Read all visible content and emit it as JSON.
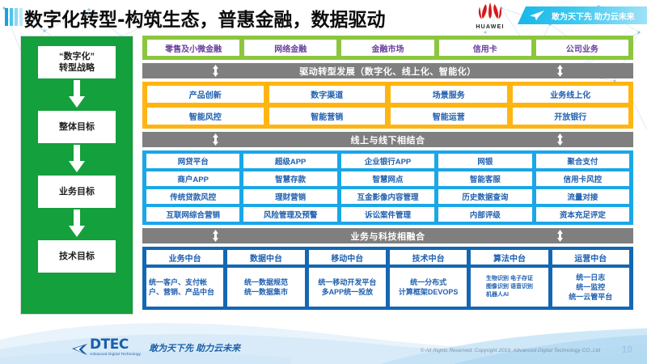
{
  "header": {
    "title": "数字化转型-构筑生态，普惠金融，数据驱动",
    "brand": "HUAWEI",
    "ribbon_text": "敢为天下先 助力云未来",
    "title_bar_icon": "stripe-bars-icon",
    "brand_icon": "huawei-flower-icon",
    "ribbon_icon": "paper-plane-icon"
  },
  "strategy_column": {
    "bg_color": "#14a03c",
    "items": [
      {
        "line1": "“数字化”",
        "line2": "转型战略"
      },
      {
        "line1": "整体目标",
        "line2": ""
      },
      {
        "line1": "业务目标",
        "line2": ""
      },
      {
        "line1": "技术目标",
        "line2": ""
      }
    ],
    "arrow_icon": "arrow-down-icon"
  },
  "business_band": {
    "color": "#8cc63e",
    "text_color": "#6a3fa0",
    "items": [
      "零售及小微金融",
      "网络金融",
      "金融市场",
      "信用卡",
      "公司业务"
    ]
  },
  "connector_1": {
    "label": "驱动转型发展（数字化、线上化、智能化）",
    "color": "#7f7f7f",
    "arrow_icon": "double-arrow-vertical-icon"
  },
  "capability_band": {
    "color": "#ffb511",
    "text_color": "#1f60b0",
    "rows": [
      [
        "产品创新",
        "数字渠道",
        "场景服务",
        "业务线上化"
      ],
      [
        "智能风控",
        "智能营销",
        "智能运营",
        "开放银行"
      ]
    ]
  },
  "connector_2": {
    "label": "线上与线下相结合",
    "color": "#7f7f7f",
    "arrow_icon": "double-arrow-vertical-icon"
  },
  "application_band": {
    "color": "#1aa7e8",
    "text_color": "#1f60b0",
    "rows": [
      [
        "网贷平台",
        "超级APP",
        "企业银行APP",
        "网银",
        "聚合支付"
      ],
      [
        "商户APP",
        "智慧存款",
        "智慧网点",
        "智能客服",
        "信用卡风控"
      ],
      [
        "传统贷款风控",
        "理财营销",
        "互金影像内容管理",
        "历史数据查询",
        "流量对接"
      ],
      [
        "互联网综合营销",
        "风险管理及预警",
        "诉讼案件管理",
        "内部评级",
        "资本充足评定"
      ]
    ]
  },
  "connector_3": {
    "label": "业务与科技相融合",
    "color": "#7f7f7f",
    "arrow_icon": "double-arrow-vertical-icon"
  },
  "platform_band": {
    "color": "#1467b3",
    "text_color": "#1f60b0",
    "columns": [
      {
        "head": "业务中台",
        "body": "统一客户、支付帐户、营销、产品中台",
        "style": "left"
      },
      {
        "head": "数据中台",
        "body": "统一数据规范\n统一数据集市",
        "style": "center"
      },
      {
        "head": "移动中台",
        "body": "统一移动开发平台\n多APP统一投放",
        "style": "center"
      },
      {
        "head": "技术中台",
        "body": "统一分布式\n计算框架DEVOPS",
        "style": "center"
      },
      {
        "head": "算法中台",
        "body": "生物识别 电子存证\n图像识别 语音识别\n机器人AI",
        "style": "small"
      },
      {
        "head": "运营中台",
        "body": "统一日志\n统一监控\n统一云管平台",
        "style": "center"
      }
    ]
  },
  "footer": {
    "logo_name": "DTEC",
    "logo_sub": "Advanced Digital Technology",
    "slogan": "敢为天下先   助力云未来",
    "copyright": "© All Rights Reserved. Copyright 2019, Advanced Digital Technology CO.,Ltd",
    "page_number": "10",
    "logo_icon": "dtec-arrow-icon"
  }
}
